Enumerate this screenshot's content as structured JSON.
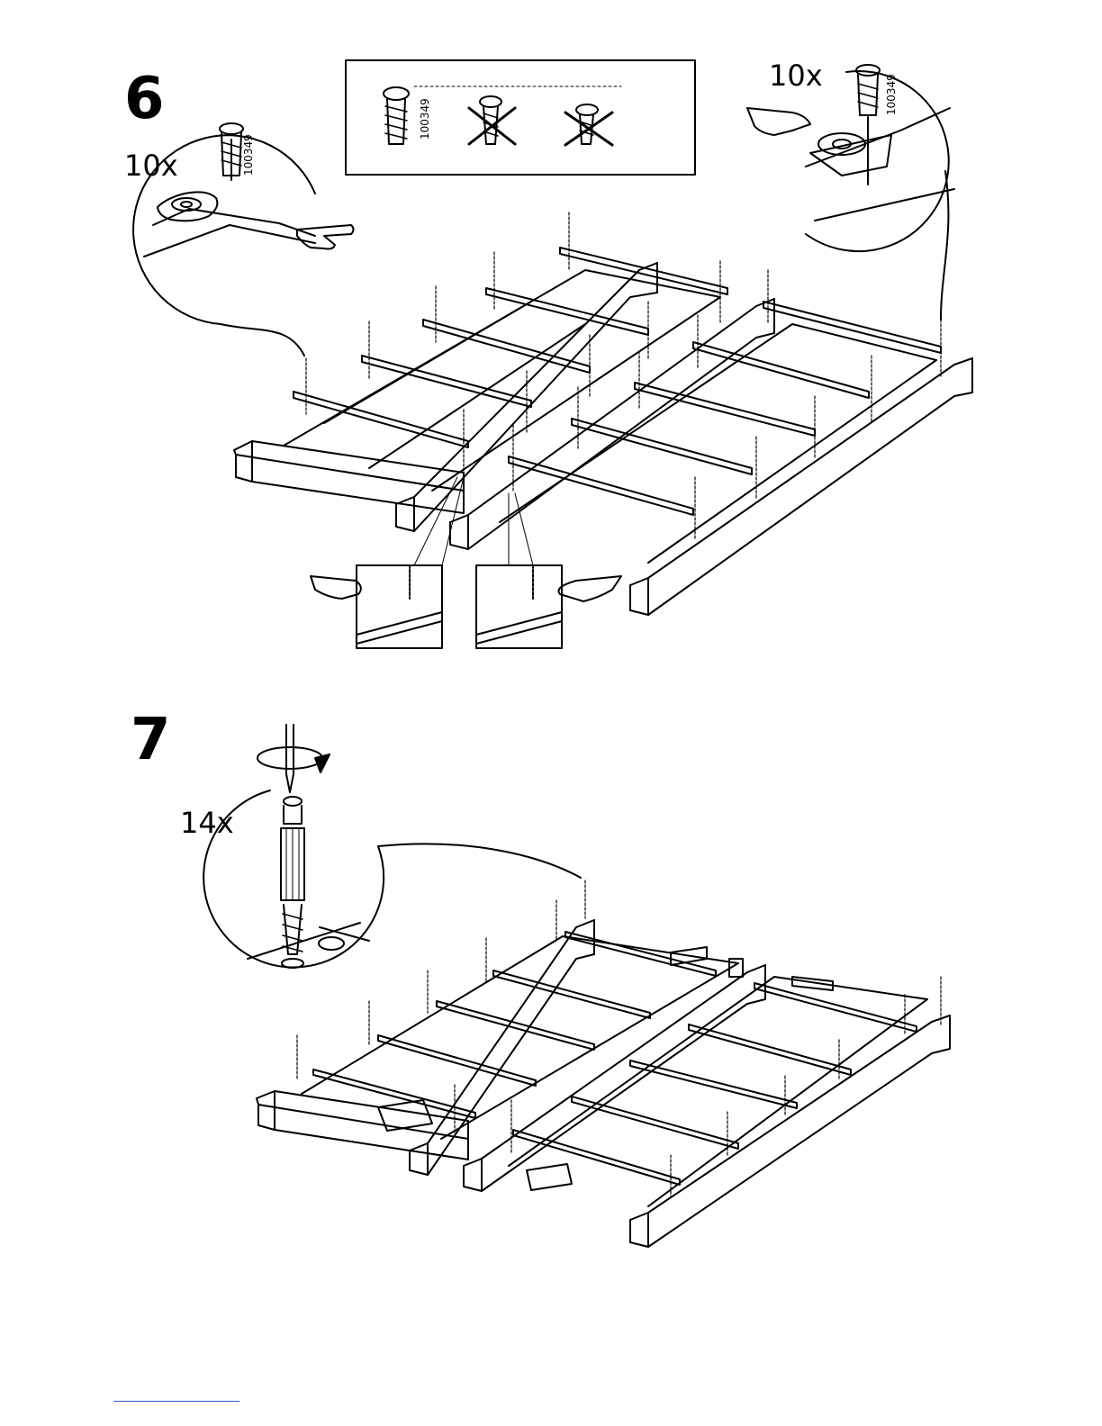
{
  "steps": [
    {
      "number": "6",
      "callout_left_qty": "10x",
      "callout_right_qty": "10x"
    },
    {
      "number": "7",
      "callout_qty": "14x"
    }
  ],
  "parts": {
    "part_number_1": "100349",
    "part_number_2": "100349",
    "part_number_3": "100349"
  },
  "icons": [
    "screw-icon",
    "wrong-screw-icon",
    "pointing-hand-icon",
    "rotate-arrow-icon",
    "screwdriver-icon",
    "cam-fitting-icon",
    "dowel-bolt-icon"
  ]
}
